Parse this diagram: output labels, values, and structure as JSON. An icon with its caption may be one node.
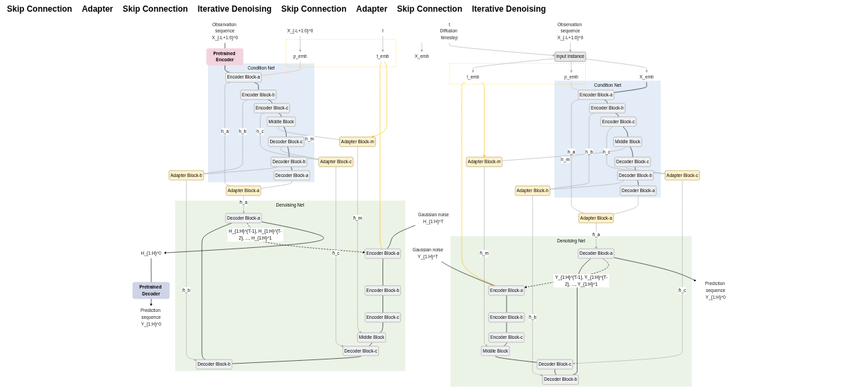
{
  "diagram": {
    "nodes": [
      {
        "text": [
          "Observation sequence",
          "X_{-L+1:0}^0"
        ]
      },
      {
        "text": [
          "t",
          "Diffusion timestep"
        ]
      },
      {
        "text": [
          "Input Instance"
        ]
      },
      {
        "text": [
          "X_emb"
        ]
      },
      {
        "text": [],
        "shape": "box"
      },
      {
        "text": [
          "p_emb"
        ],
        "in": 4
      },
      {
        "text": [
          "t_emb"
        ],
        "in": 4
      },
      {
        "text": [
          "Condition Net"
        ]
      },
      {
        "text": [
          "Encoder Block-a"
        ],
        "in": 7
      },
      {
        "text": [
          "Encoder Block-b"
        ],
        "in": 7
      },
      {
        "text": [
          "Encoder Block-c"
        ],
        "in": 7
      },
      {
        "text": [
          "Middle Block"
        ],
        "in": 7
      },
      {
        "text": [
          "Decoder Block-c"
        ],
        "in": 7
      },
      {
        "text": [
          "Decoder Block-b"
        ],
        "in": 7
      },
      {
        "text": [
          "Decoder Block-a"
        ],
        "in": 7
      },
      {
        "text": [
          "Adapter Block-m"
        ]
      },
      {
        "text": [
          "Adapter Block-c"
        ]
      },
      {
        "text": [
          "Adapter Block-b"
        ]
      },
      {
        "text": [
          "Adapter Block-a"
        ]
      },
      {
        "text": [
          "Gaussian noise",
          "Y_{1:H}^T"
        ]
      },
      {
        "text": [
          "Denoising Net"
        ]
      },
      {
        "text": [
          "Encoder Block-a"
        ],
        "in": 20
      },
      {
        "text": [
          "Encoder Block-b"
        ],
        "in": 20
      },
      {
        "text": [
          "Encoder Block-c"
        ],
        "in": 20
      },
      {
        "text": [
          "Middle Block"
        ],
        "in": 20
      },
      {
        "text": [
          "Decoder Block-c"
        ],
        "in": 20
      },
      {
        "text": [
          "Decoder Block-b"
        ],
        "in": 20
      },
      {
        "text": [
          "Decoder Block-a"
        ],
        "in": 20
      },
      {
        "text": [
          "Prediction sequence",
          "Y_{1:H}^0"
        ]
      },
      {
        "text": [
          "Observation sequence",
          "X_{-L+1:0}^0"
        ]
      },
      {
        "text": [
          "Pretrained Encoder"
        ]
      },
      {
        "text": [
          "X_{-L+1:0}^0"
        ]
      },
      {
        "text": [
          "t"
        ]
      },
      {
        "text": [
          "X_emb"
        ]
      },
      {
        "text": [],
        "shape": "box"
      },
      {
        "text": [
          "p_emb"
        ],
        "in": 34
      },
      {
        "text": [
          "t_emb"
        ],
        "in": 34
      },
      {
        "text": [
          "Condition Net"
        ]
      },
      {
        "text": [
          "Encoder Block-a"
        ],
        "in": 37
      },
      {
        "text": [
          "Encoder Block-b"
        ],
        "in": 37
      },
      {
        "text": [
          "Encoder Block-c"
        ],
        "in": 37
      },
      {
        "text": [
          "Middle Block"
        ],
        "in": 37
      },
      {
        "text": [
          "Decoder Block-c"
        ],
        "in": 37
      },
      {
        "text": [
          "Decoder Block-b"
        ],
        "in": 37
      },
      {
        "text": [
          "Decoder Block-a"
        ],
        "in": 37
      },
      {
        "text": [
          "Adapter Block-m"
        ]
      },
      {
        "text": [
          "Adapter Block-c"
        ]
      },
      {
        "text": [
          "Adapter Block-b"
        ]
      },
      {
        "text": [
          "Adapter Block-a"
        ]
      },
      {
        "text": [
          "Gaussian noise",
          "H_{1:H}^T"
        ]
      },
      {
        "text": [
          "Denoising Net"
        ]
      },
      {
        "text": [
          "Encoder Block-a"
        ],
        "in": 50
      },
      {
        "text": [
          "Encoder Block-b"
        ],
        "in": 50
      },
      {
        "text": [
          "Encoder Block-c"
        ],
        "in": 50
      },
      {
        "text": [
          "Middle Block"
        ],
        "in": 50
      },
      {
        "text": [
          "Decoder Block-c"
        ],
        "in": 50
      },
      {
        "text": [
          "Decoder Block-b"
        ],
        "in": 50
      },
      {
        "text": [
          "Decoder Block-a"
        ],
        "in": 50
      },
      {
        "text": [
          "H_{1:H}^0"
        ]
      },
      {
        "text": [
          "Pretrained Decoder"
        ]
      },
      {
        "text": [
          "Prediction sequence",
          "Y_{1:H}^0"
        ]
      }
    ],
    "edges": [
      {
        "from": 0,
        "to": 2,
        "arrow": "to",
        "color": "#aaaaaa"
      },
      {
        "from": 1,
        "to": 2,
        "arrow": "to",
        "color": "#aaaaaa"
      },
      {
        "from": 2,
        "to": 3,
        "arrow": "to",
        "color": "#aaaaaa"
      },
      {
        "from": 2,
        "to": 5,
        "arrow": "to",
        "color": "#aaaaaa"
      },
      {
        "from": 2,
        "to": 6,
        "arrow": "to",
        "color": "#aaaaaa"
      },
      {
        "from": 3,
        "to": 8,
        "arrow": "none",
        "color": "#000000"
      },
      {
        "from": 5,
        "to": 8,
        "arrow": "none",
        "color": "#f4b183"
      },
      {
        "from": 6,
        "to": 15,
        "arrow": "to",
        "color": "#ffc000"
      },
      {
        "from": 6,
        "to": 21,
        "arrow": "none",
        "color": "#ffc000"
      },
      {
        "from": 8,
        "to": 9,
        "arrow": "none",
        "color": "#000000"
      },
      {
        "from": 9,
        "to": 10,
        "arrow": "none",
        "color": "#000000"
      },
      {
        "from": 10,
        "to": 11,
        "arrow": "none",
        "color": "#000000"
      },
      {
        "from": 11,
        "to": 12,
        "arrow": "none",
        "color": "#000000"
      },
      {
        "from": 12,
        "to": 13,
        "arrow": "none",
        "color": "#000000"
      },
      {
        "from": 13,
        "to": 14,
        "arrow": "none",
        "color": "#000000"
      },
      {
        "from": 11,
        "to": 15,
        "arrow": "none",
        "label": "h_m",
        "color": "#aaaaaa"
      },
      {
        "from": 10,
        "to": 16,
        "arrow": "none",
        "label": "h_c",
        "color": "#aaaaaa"
      },
      {
        "from": 12,
        "to": 16,
        "arrow": "none",
        "color": "#aaaaaa"
      },
      {
        "from": 9,
        "to": 17,
        "arrow": "none",
        "label": "h_b",
        "color": "#aaaaaa"
      },
      {
        "from": 13,
        "to": 17,
        "arrow": "none",
        "color": "#aaaaaa"
      },
      {
        "from": 8,
        "to": 18,
        "arrow": "none",
        "label": "h_a",
        "color": "#aaaaaa"
      },
      {
        "from": 14,
        "to": 18,
        "arrow": "none",
        "color": "#aaaaaa"
      },
      {
        "from": 15,
        "to": 24,
        "arrow": "to",
        "label": "h̄_m",
        "color": "#aaaaaa"
      },
      {
        "from": 16,
        "to": 25,
        "arrow": "to",
        "label": "h̄_c",
        "color": "#aaaaaa"
      },
      {
        "from": 17,
        "to": 26,
        "arrow": "to",
        "label": "h̄_b",
        "color": "#aaaaaa"
      },
      {
        "from": 18,
        "to": 27,
        "arrow": "to",
        "label": "h̄_a",
        "color": "#aaaaaa"
      },
      {
        "from": 19,
        "to": 21,
        "arrow": "none",
        "color": "#000000"
      },
      {
        "from": 21,
        "to": 22,
        "arrow": "none",
        "color": "#000000"
      },
      {
        "from": 22,
        "to": 23,
        "arrow": "none",
        "color": "#000000"
      },
      {
        "from": 23,
        "to": 24,
        "arrow": "none",
        "color": "#000000"
      },
      {
        "from": 24,
        "to": 25,
        "arrow": "none",
        "color": "#000000"
      },
      {
        "from": 25,
        "to": 26,
        "arrow": "none",
        "color": "#000000"
      },
      {
        "from": 26,
        "to": 27,
        "arrow": "none",
        "color": "#000000"
      },
      {
        "from": 27,
        "to": 28,
        "arrow": "to",
        "color": "#000000"
      },
      {
        "from": 27,
        "to": 21,
        "arrow": "to",
        "style": "dashed",
        "color": "#000000",
        "label": "Y_{1:H}^{T-1}, Y_{1:H}^{T-2}, ..., Y_{1:H}^1"
      },
      {
        "from": 29,
        "to": 30,
        "arrow": "none",
        "color": "#000000"
      },
      {
        "from": 30,
        "to": 38,
        "arrow": "none",
        "color": "#000000"
      },
      {
        "from": 31,
        "to": 35,
        "arrow": "to",
        "color": "#aaaaaa"
      },
      {
        "from": 32,
        "to": 36,
        "arrow": "to",
        "color": "#aaaaaa"
      },
      {
        "from": null,
        "to": 33,
        "arrow": "to",
        "color": "#aaaaaa"
      },
      {
        "from": 35,
        "to": 38,
        "arrow": "none",
        "color": "#f4b183"
      },
      {
        "from": 36,
        "to": 45,
        "arrow": "to",
        "color": "#ffc000"
      },
      {
        "from": 36,
        "to": 51,
        "arrow": "none",
        "color": "#ffc000"
      },
      {
        "from": 38,
        "to": 39,
        "arrow": "none",
        "color": "#000000"
      },
      {
        "from": 39,
        "to": 40,
        "arrow": "none",
        "color": "#000000"
      },
      {
        "from": 40,
        "to": 41,
        "arrow": "none",
        "color": "#000000"
      },
      {
        "from": 41,
        "to": 42,
        "arrow": "none",
        "color": "#000000"
      },
      {
        "from": 42,
        "to": 43,
        "arrow": "none",
        "color": "#000000"
      },
      {
        "from": 43,
        "to": 44,
        "arrow": "none",
        "color": "#000000"
      },
      {
        "from": 41,
        "to": 45,
        "arrow": "none",
        "label": "h_m",
        "color": "#aaaaaa"
      },
      {
        "from": 40,
        "to": 46,
        "arrow": "none",
        "label": "h_c",
        "color": "#aaaaaa"
      },
      {
        "from": 42,
        "to": 46,
        "arrow": "none",
        "color": "#aaaaaa"
      },
      {
        "from": 39,
        "to": 47,
        "arrow": "none",
        "label": "h_b",
        "color": "#aaaaaa"
      },
      {
        "from": 43,
        "to": 47,
        "arrow": "none",
        "color": "#aaaaaa"
      },
      {
        "from": 38,
        "to": 48,
        "arrow": "none",
        "label": "h_a",
        "color": "#aaaaaa"
      },
      {
        "from": 44,
        "to": 48,
        "arrow": "none",
        "color": "#aaaaaa"
      },
      {
        "from": 45,
        "to": 54,
        "arrow": "to",
        "label": "h̄_m",
        "color": "#aaaaaa"
      },
      {
        "from": 46,
        "to": 55,
        "arrow": "to",
        "label": "h̄_c",
        "color": "#aaaaaa"
      },
      {
        "from": 47,
        "to": 56,
        "arrow": "to",
        "label": "h̄_b",
        "color": "#aaaaaa"
      },
      {
        "from": 48,
        "to": 57,
        "arrow": "to",
        "label": "h̄_a",
        "color": "#aaaaaa"
      },
      {
        "from": 49,
        "to": 51,
        "arrow": "none",
        "color": "#000000"
      },
      {
        "from": 51,
        "to": 52,
        "arrow": "none",
        "color": "#000000"
      },
      {
        "from": 52,
        "to": 53,
        "arrow": "none",
        "color": "#000000"
      },
      {
        "from": 53,
        "to": 54,
        "arrow": "none",
        "color": "#000000"
      },
      {
        "from": 54,
        "to": 55,
        "arrow": "none",
        "color": "#000000"
      },
      {
        "from": 55,
        "to": 56,
        "arrow": "none",
        "color": "#000000"
      },
      {
        "from": 56,
        "to": 57,
        "arrow": "none",
        "color": "#000000"
      },
      {
        "from": 57,
        "to": 58,
        "arrow": "to",
        "color": "#000000"
      },
      {
        "from": 58,
        "to": 59,
        "arrow": "none",
        "color": "#000000"
      },
      {
        "from": 59,
        "to": 60,
        "arrow": "to",
        "color": "#000000"
      },
      {
        "from": 57,
        "to": 51,
        "arrow": "to",
        "style": "dashed",
        "color": "#000000",
        "label": "H_{1:H}^{T-1}, H_{1:H}^{T-2}, ..., H_{1:H}^1"
      }
    ],
    "labels": [
      "Skip Connection",
      "Adapter",
      "Skip Connection",
      "Iterative Denoising",
      "Skip Connection",
      "Adapter",
      "Skip Connection",
      "Iterative Denoising"
    ]
  }
}
